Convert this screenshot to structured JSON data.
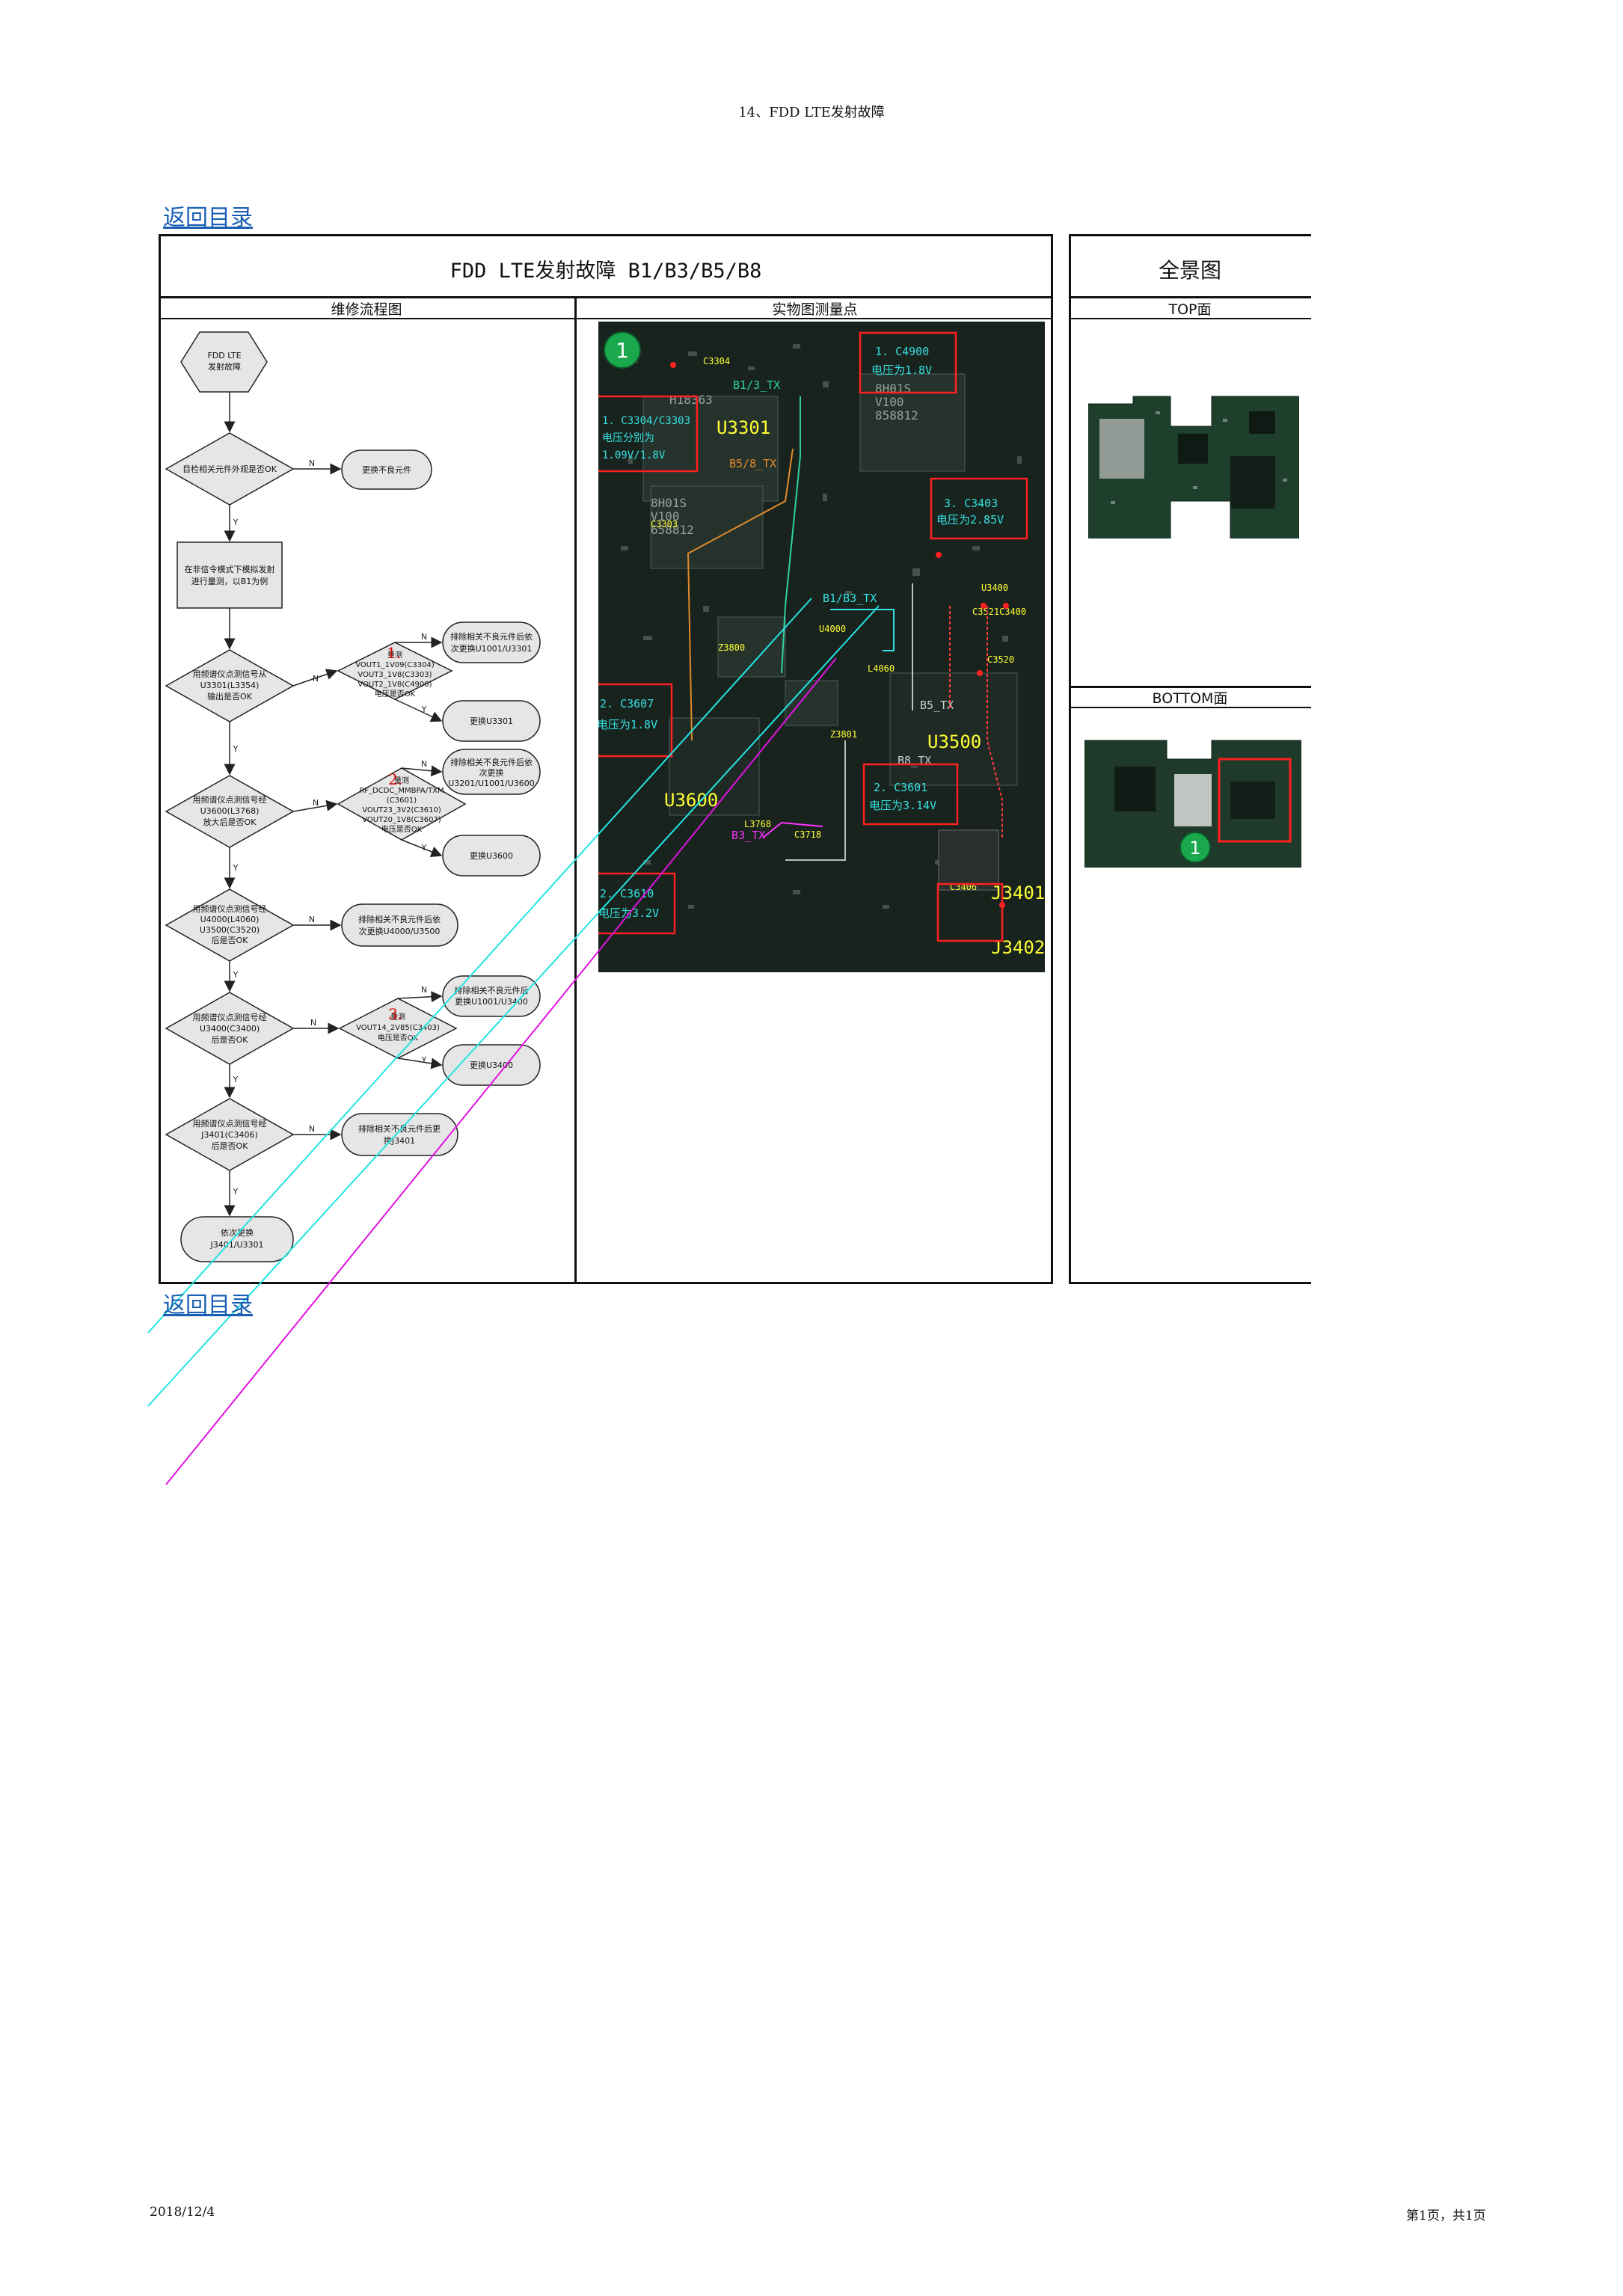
{
  "header": {
    "title": "14、FDD LTE发射故障"
  },
  "back_link_top": "返回目录",
  "back_link_bottom": "返回目录",
  "table": {
    "main_title": "FDD LTE发射故障 B1/B3/B5/B8",
    "side_title": "全景图",
    "col_flow": "维修流程图",
    "col_photo": "实物图测量点",
    "top_face": "TOP面",
    "bottom_face": "BOTTOM面"
  },
  "flow": {
    "start": [
      "FDD LTE",
      "发射故障"
    ],
    "d1": "目检相关元件外观是否OK",
    "r1": "更换不良元件",
    "p1": [
      "在非信令模式下模拟发射",
      "进行量测，以B1为例"
    ],
    "d2": [
      "用频谱仪点测信号从",
      "U3301(L3354)",
      "输出是否OK"
    ],
    "m1_num": "1.",
    "m1": [
      "量测",
      "VOUT1_1V09(C3304)",
      "VOUT3_1V8(C3303)",
      "VOUT2_1V8(C4900)",
      "电压是否OK"
    ],
    "r2a": [
      "排除相关不良元件后依",
      "次更换U1001/U3301"
    ],
    "r2b": "更换U3301",
    "d3": [
      "用频谱仪点测信号经",
      "U3600(L3768)",
      "放大后是否OK"
    ],
    "m2_num": "2.",
    "m2": [
      "量测",
      "RF_DCDC_MMBPA/TXM",
      "(C3601)",
      "VOUT23_3V2(C3610)",
      "VOUT20_1V8(C3607)",
      "电压是否OK"
    ],
    "r3a": [
      "排除相关不良元件后依",
      "次更换",
      "U3201/U1001/U3600"
    ],
    "r3b": "更换U3600",
    "d4": [
      "用频谱仪点测信号经",
      "U4000(L4060)",
      "U3500(C3520)",
      "后是否OK"
    ],
    "r4": [
      "排除相关不良元件后依",
      "次更换U4000/U3500"
    ],
    "d5": [
      "用频谱仪点测信号经",
      "U3400(C3400)",
      "后是否OK"
    ],
    "m3_num": "3.",
    "m3": [
      "量测",
      "VOUT14_2V85(C3403)",
      "电压是否OK"
    ],
    "r5a": [
      "排除相关不良元件后",
      "更换U1001/U3400"
    ],
    "r5b": "更换U3400",
    "d6": [
      "用频谱仪点测信号经",
      "J3401(C3406)",
      "后是否OK"
    ],
    "r6": [
      "排除相关不良元件后更",
      "换J3401"
    ],
    "end": [
      "依次更换",
      "J3401/U3301"
    ],
    "yes": "Y",
    "no": "N"
  },
  "photo": {
    "marker": "1",
    "chips": {
      "u3301": "U3301",
      "u3600": "U3600",
      "u3500": "U3500",
      "u3400": "U3400",
      "j3401": "J3401",
      "j3402": "J3402",
      "u4000": "U4000",
      "l4060": "L4060",
      "z3800": "Z3800",
      "z3801": "Z3801",
      "c3304": "C3304",
      "c3303": "C3303",
      "c3520": "C3520",
      "c3521": "C3521",
      "c3400": "C3400",
      "c3406": "C3406",
      "l3768": "L3768",
      "c3718": "C3718"
    },
    "chip_marks": {
      "a": "H18363",
      "b": "8H01S",
      "c": "V100",
      "d": "658812",
      "e": "8H01S",
      "f": "V100",
      "g": "858812"
    },
    "signals": {
      "b13": "B1/3_TX",
      "b58": "B5/8_TX",
      "b13b": "B1/B3_TX",
      "b5": "B5_TX",
      "b8": "B8_TX",
      "b3": "B3_TX"
    },
    "callouts": {
      "c4900": [
        "1. C4900",
        "电压为1.8V"
      ],
      "c3304": [
        "1. C3304/C3303",
        "电压分别为",
        "1.09V/1.8V"
      ],
      "c3403": [
        "3. C3403",
        "电压为2.85V"
      ],
      "c3607": [
        "2. C3607",
        "电压为1.8V"
      ],
      "c3601": [
        "2. C3601",
        "电压为3.14V"
      ],
      "c3610": [
        "2. C3610",
        "电压为3.2V"
      ]
    }
  },
  "footer": {
    "date": "2018/12/4",
    "page": "第1页，共1页"
  }
}
